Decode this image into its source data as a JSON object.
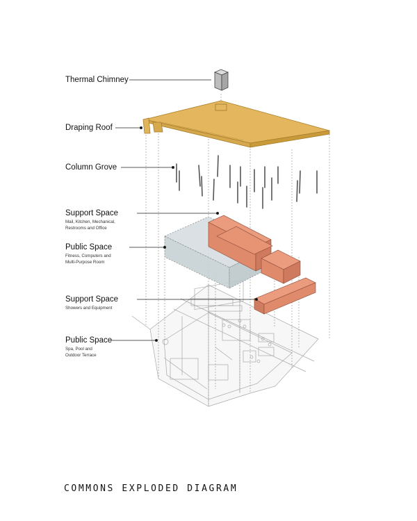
{
  "title": "COMMONS EXPLODED DIAGRAM",
  "labels": {
    "thermal_chimney": {
      "title": "Thermal Chimney"
    },
    "draping_roof": {
      "title": "Draping Roof"
    },
    "column_grove": {
      "title": "Column Grove"
    },
    "support_space_1": {
      "title": "Support Space",
      "lines": [
        "Mail, Kitchen, Mechanical,",
        "Restrooms and Office"
      ]
    },
    "public_space_1": {
      "title": "Public Space",
      "lines": [
        "Fitness, Computers and",
        "Multi-Purpose Room"
      ]
    },
    "support_space_2": {
      "title": "Support Space",
      "lines": [
        "Showers and Equipment"
      ]
    },
    "public_space_2": {
      "title": "Public Space",
      "lines": [
        "Spa, Pool and",
        "Outdoor Terrace"
      ]
    }
  },
  "colors": {
    "roof": "#e4b75e",
    "roof_edge": "#c99a3a",
    "support_block": "#e08a6c",
    "public_block": "#c9d3d6",
    "chimney": "#c8c8c8",
    "plan_lines": "#9a9a9a"
  }
}
